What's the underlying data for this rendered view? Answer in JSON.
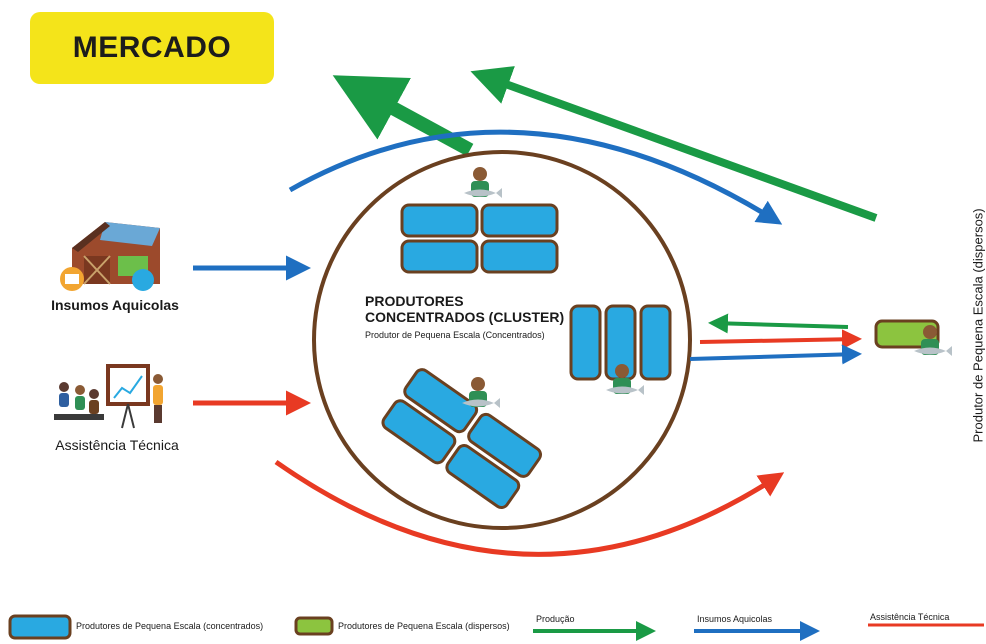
{
  "market": {
    "label": "MERCADO",
    "color": "#f4e41a"
  },
  "inputs": {
    "label": "Insumos Aquicolas",
    "icon": "barn-icon"
  },
  "technical_assistance": {
    "label": "Assistência Técnica",
    "icon": "presentation-icon"
  },
  "cluster": {
    "title_line1": "PRODUTORES",
    "title_line2": "CONCENTRADOS (CLUSTER)",
    "subtitle": "Produtor de Pequena Escala (Concentrados)"
  },
  "dispersed": {
    "vertical_label": "Produtor de Pequena Escala (dispersos)"
  },
  "legend": {
    "concentrated": "Produtores  de Pequena Escala (concentrados)",
    "dispersed": "Produtores  de Pequena Escala (dispersos)",
    "production": "Produção",
    "inputs": "Insumos Aquicolas",
    "assistance": "Assistência Técnica"
  },
  "colors": {
    "production": "#1a9a45",
    "inputs": "#1f6fc1",
    "assistance": "#e83a23",
    "pond_fill": "#29a9e1",
    "pond_border": "#6a4020",
    "dispersed_fill": "#8cc43f",
    "circle_border": "#6a4020"
  }
}
